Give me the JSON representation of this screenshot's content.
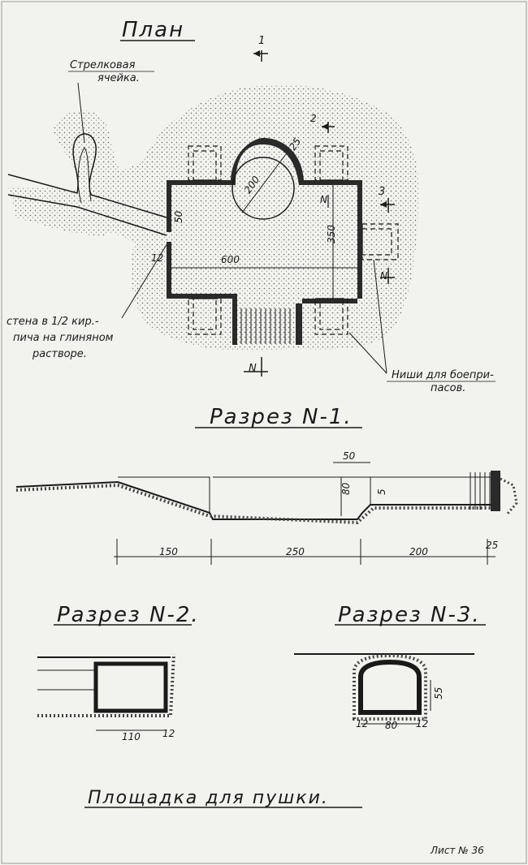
{
  "plan": {
    "title": "План",
    "section_mark_1": "1",
    "section_mark_2": "2",
    "section_mark_3": "3",
    "section_mark_n": "N",
    "rifle_cell_label_1": "Стрелковая",
    "rifle_cell_label_2": "ячейка.",
    "wall_note_1": "стена в 1/2 кир.-",
    "wall_note_2": "пича на глиняном",
    "wall_note_3": "растворе.",
    "niche_note_1": "Ниши для боепри-",
    "niche_note_2": "пасов.",
    "dim_200": "200",
    "dim_25": "25",
    "dim_350": "350",
    "dim_600": "600",
    "dim_50": "50",
    "dim_12": "12"
  },
  "section1": {
    "title": "Разрез N-1.",
    "dim_150": "150",
    "dim_250": "250",
    "dim_200": "200",
    "dim_25": "25",
    "dim_50": "50",
    "dim_80": "80",
    "dim_5": "5"
  },
  "section2": {
    "title": "Разрез N-2.",
    "dim_110": "110",
    "dim_12": "12"
  },
  "section3": {
    "title": "Разрез N-3.",
    "dim_55": "55",
    "dim_80": "80",
    "dim_12a": "12",
    "dim_12b": "12"
  },
  "footer": {
    "caption": "Площадка для пушки.",
    "sheet_no": "Лист № 36"
  },
  "colors": {
    "ink": "#1a1a1a",
    "paper": "#f2f2ee"
  }
}
